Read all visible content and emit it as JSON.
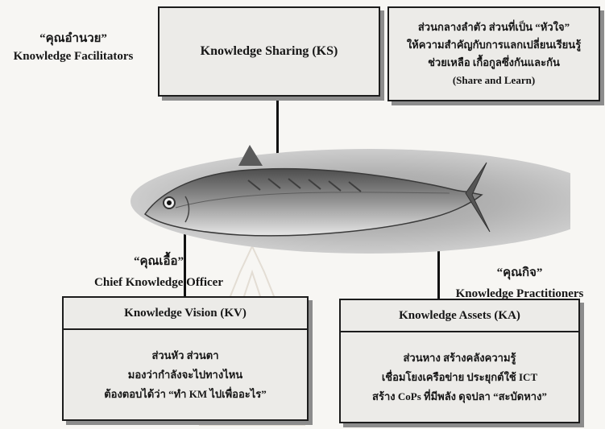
{
  "ks": {
    "title": "Knowledge Sharing (KS)",
    "desc_line1": "ส่วนกลางลำตัว ส่วนที่เป็น “หัวใจ”",
    "desc_line2": "ให้ความสำคัญกับการแลกเปลี่ยนเรียนรู้",
    "desc_line3": "ช่วยเหลือ เกื้อกูลซึ่งกันและกัน",
    "desc_line4": "(Share and Learn)"
  },
  "kf": {
    "thai": "“คุณอำนวย”",
    "english": "Knowledge Facilitators"
  },
  "cko": {
    "thai": "“คุณเอื้อ”",
    "english": "Chief Knowledge Officer"
  },
  "kp": {
    "thai": "“คุณกิจ”",
    "english": "Knowledge Practitioners"
  },
  "kv": {
    "title": "Knowledge Vision (KV)",
    "line1": "ส่วนหัว ส่วนตา",
    "line2": "มองว่ากำลังจะไปทางไหน",
    "line3": "ต้องตอบได้ว่า “ทำ KM ไปเพื่ออะไร”"
  },
  "ka": {
    "title": "Knowledge Assets (KA)",
    "line1": "ส่วนหาง สร้างคลังความรู้",
    "line2": "เชื่อมโยงเครือข่าย ประยุกต์ใช้ ICT",
    "line3": "สร้าง CoPs ที่มีพลัง ดุจปลา “สะบัดหาง”"
  },
  "icons": {
    "fish": "mackerel-fish-illustration",
    "watermark": "faint-temple-seal-watermark"
  }
}
